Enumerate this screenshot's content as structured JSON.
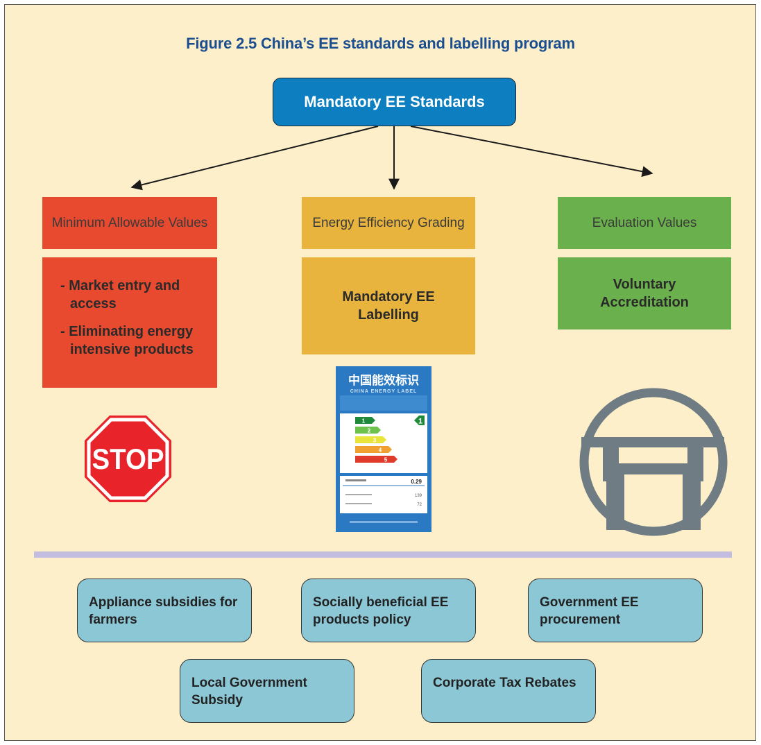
{
  "title": "Figure 2.5 China’s EE standards and labelling program",
  "top_node": "Mandatory EE Standards",
  "categories": [
    {
      "label": "Minimum Allowable Values",
      "color": "#e84a2f",
      "items": [
        "- Market entry and access",
        "- Eliminating energy intensive products"
      ],
      "icon": "stop-sign-icon",
      "icon_text": "STOP"
    },
    {
      "label": "Energy Efficiency Grading",
      "color": "#e8b43e",
      "items": [
        "Mandatory EE Labelling"
      ],
      "icon": "china-energy-label-icon"
    },
    {
      "label": "Evaluation Values",
      "color": "#6ab04c",
      "items": [
        "Voluntary Accreditation"
      ],
      "icon": "certification-mark-icon"
    }
  ],
  "energy_label": {
    "title_cn": "中国能效标识",
    "title_en": "CHINA ENERGY LABEL",
    "grades": [
      "1",
      "2",
      "3",
      "4",
      "5"
    ],
    "grade_colors": [
      "#1f8a3a",
      "#6cc24a",
      "#e8e43a",
      "#f0a030",
      "#e03a2a"
    ],
    "rating": "1",
    "consumption_value": "0.29",
    "row_values": [
      "139",
      "72"
    ]
  },
  "policies": [
    "Appliance subsidies for farmers",
    "Socially beneficial EE products policy",
    "Government EE procurement",
    "Local Government Subsidy",
    "Corporate Tax Rebates"
  ]
}
